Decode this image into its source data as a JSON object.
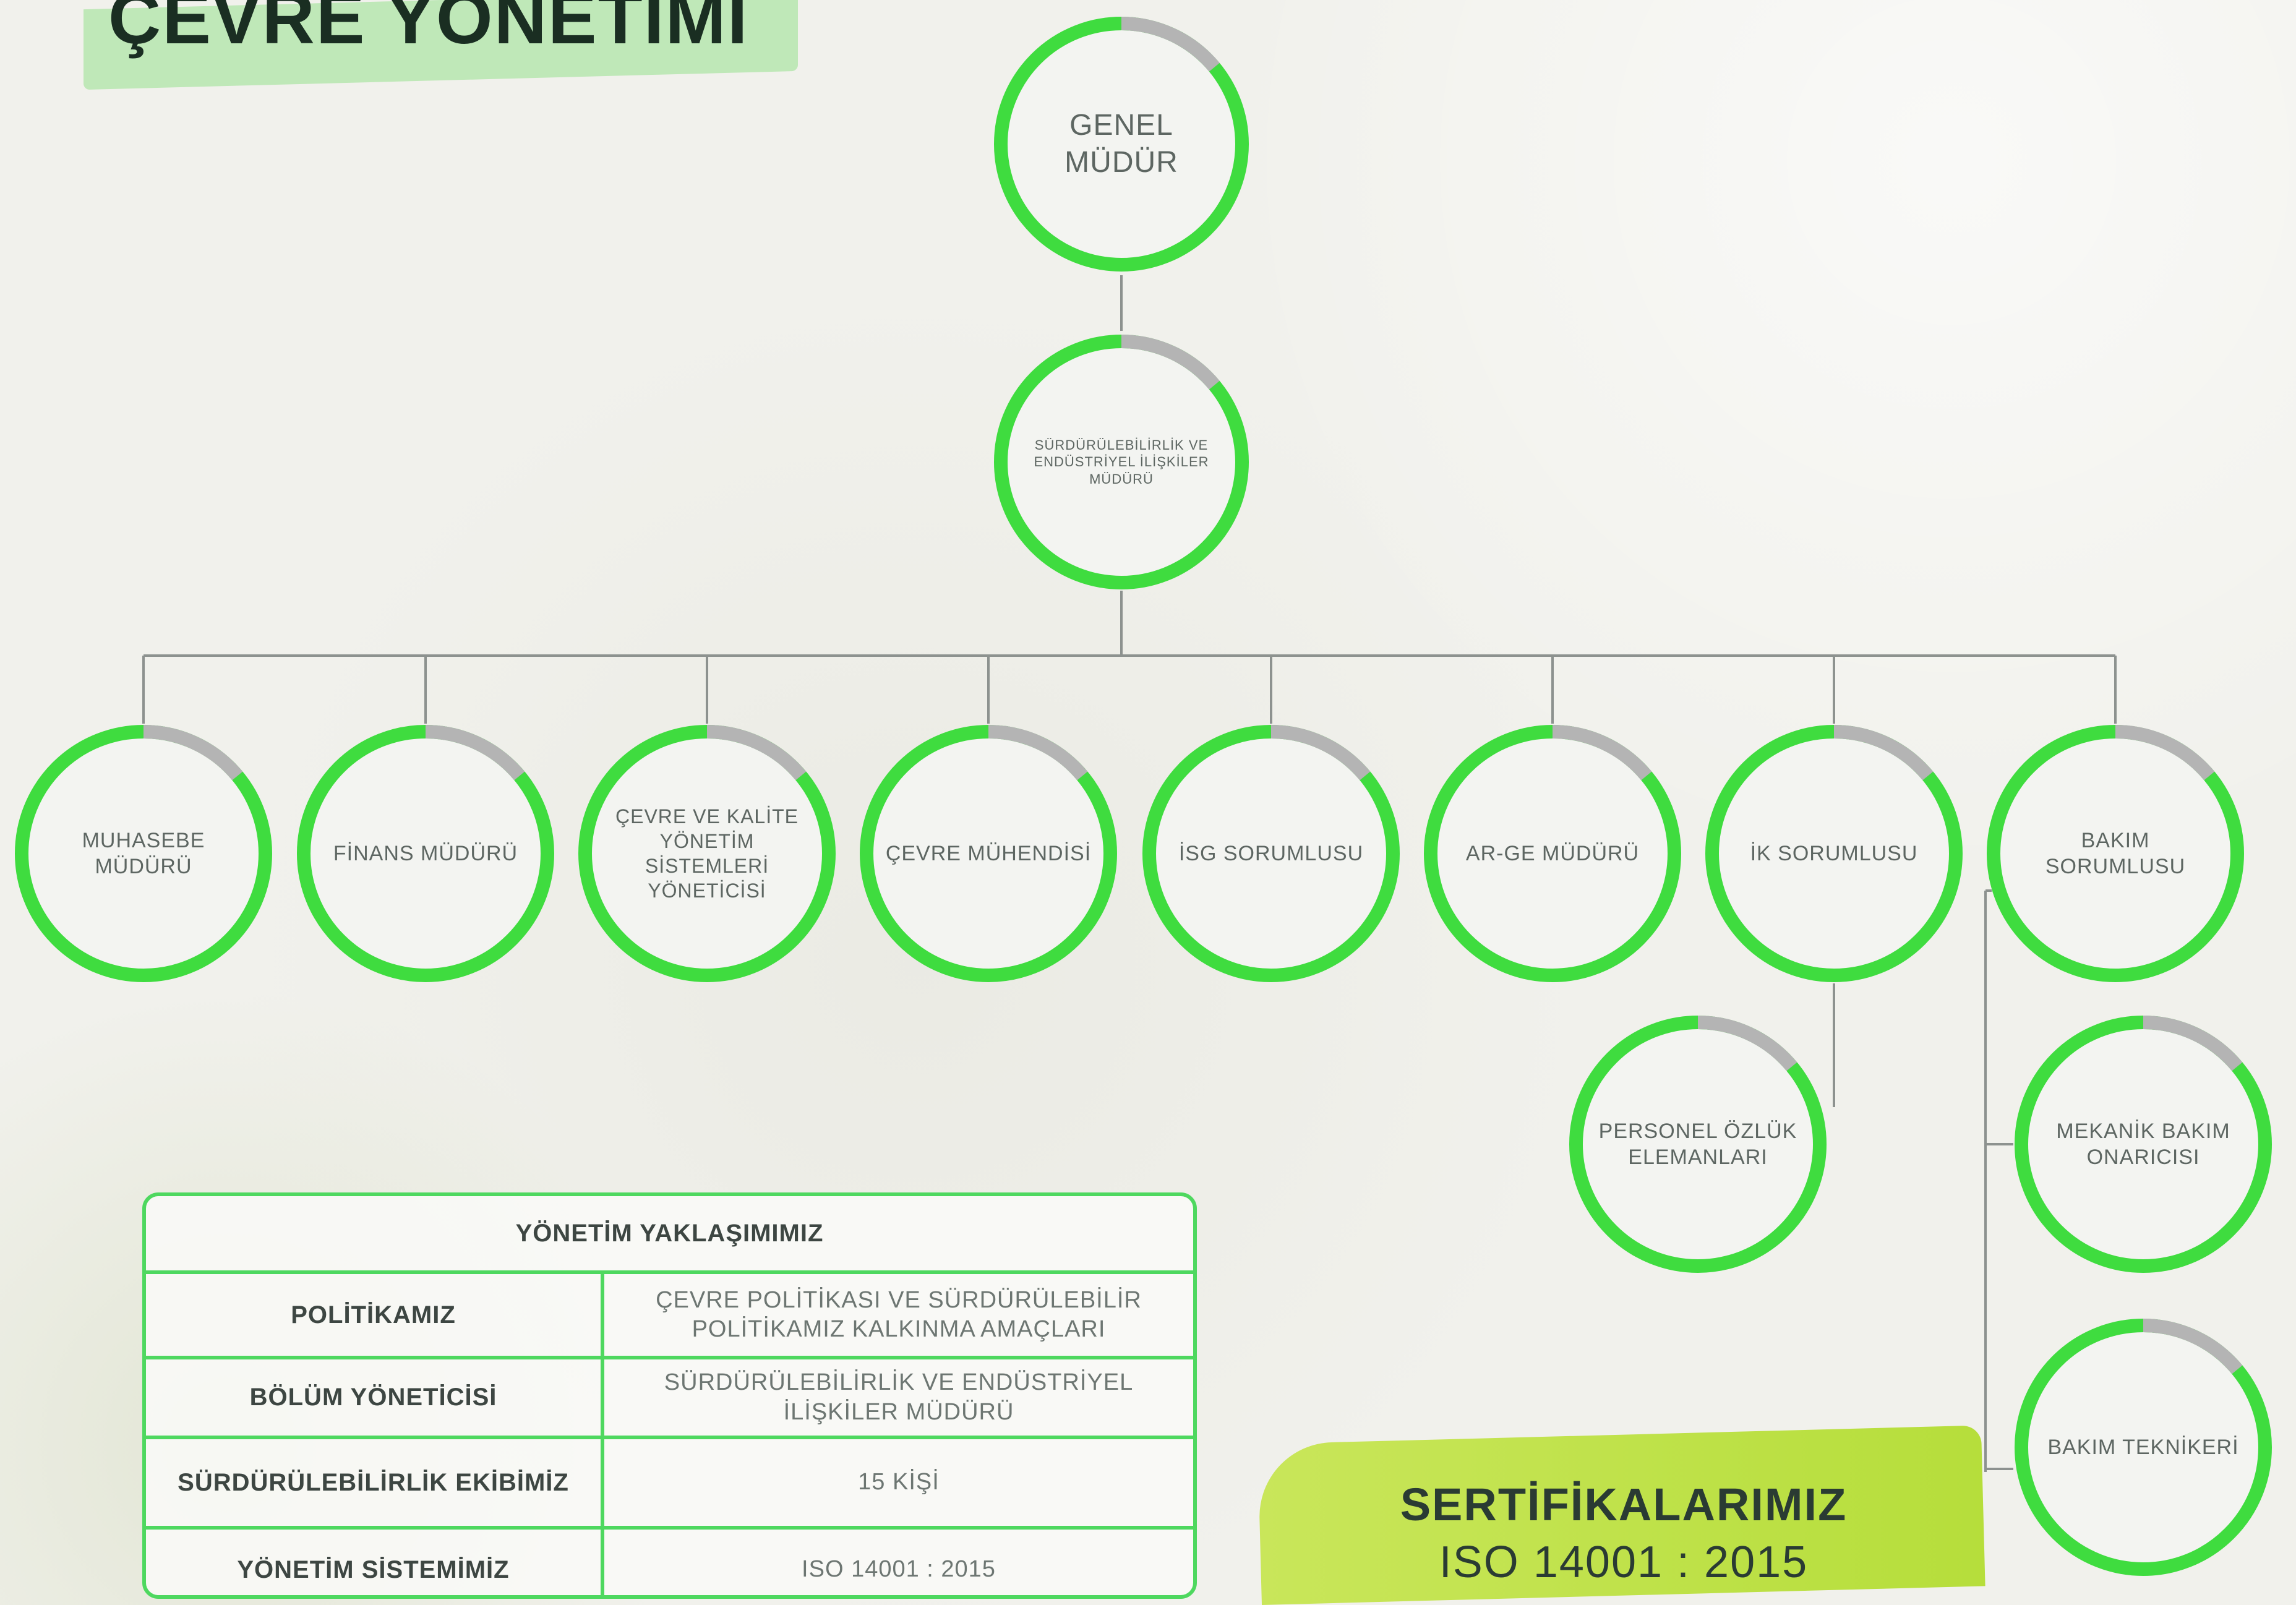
{
  "header": {
    "title": "ÇEVRE YÖNETİMİ"
  },
  "colors": {
    "accent": "#3fdc3f",
    "ring_gray": "#b4b4b4",
    "highlight": "#bfe8b8",
    "cert_bg": "#c0e24a"
  },
  "org_chart": {
    "nodes": [
      {
        "id": "genel",
        "label": "GENEL MÜDÜR"
      },
      {
        "id": "surd",
        "label": "SÜRDÜRÜLEBİLİRLİK VE ENDÜSTRİYEL İLİŞKİLER MÜDÜRÜ"
      },
      {
        "id": "muhasebe",
        "label": "MUHASEBE MÜDÜRÜ"
      },
      {
        "id": "finans",
        "label": "FİNANS MÜDÜRÜ"
      },
      {
        "id": "cevre_kalite",
        "label": "ÇEVRE VE KALİTE YÖNETİM SİSTEMLERİ YÖNETİCİSİ"
      },
      {
        "id": "cevre_muh",
        "label": "ÇEVRE MÜHENDİSİ"
      },
      {
        "id": "isg",
        "label": "İSG SORUMLUSU"
      },
      {
        "id": "arge",
        "label": "AR-GE MÜDÜRÜ"
      },
      {
        "id": "ik",
        "label": "İK SORUMLUSU"
      },
      {
        "id": "bakim",
        "label": "BAKIM SORUMLUSU"
      },
      {
        "id": "personel",
        "label": "PERSONEL ÖZLÜK ELEMANLARI"
      },
      {
        "id": "mekanik",
        "label": "MEKANİK BAKIM ONARICISI"
      },
      {
        "id": "bakim_tek",
        "label": "BAKIM TEKNİKERİ"
      }
    ]
  },
  "management_table": {
    "header": "YÖNETİM YAKLAŞIMIMIZ",
    "rows": [
      {
        "label": "POLİTİKAMIZ",
        "value": "ÇEVRE POLİTİKASI VE SÜRDÜRÜLEBİLİR POLİTİKAMIZ KALKINMA AMAÇLARI"
      },
      {
        "label": "BÖLÜM YÖNETİCİSİ",
        "value": "SÜRDÜRÜLEBİLİRLİK VE ENDÜSTRİYEL İLİŞKİLER MÜDÜRÜ"
      },
      {
        "label": "SÜRDÜRÜLEBİLİRLİK EKİBİMİZ",
        "value": "15 KİŞİ"
      },
      {
        "label": "YÖNETİM SİSTEMİMİZ",
        "value": "ISO 14001 : 2015"
      }
    ]
  },
  "certificates": {
    "title": "SERTİFİKALARIMIZ",
    "value": "ISO 14001 : 2015"
  }
}
